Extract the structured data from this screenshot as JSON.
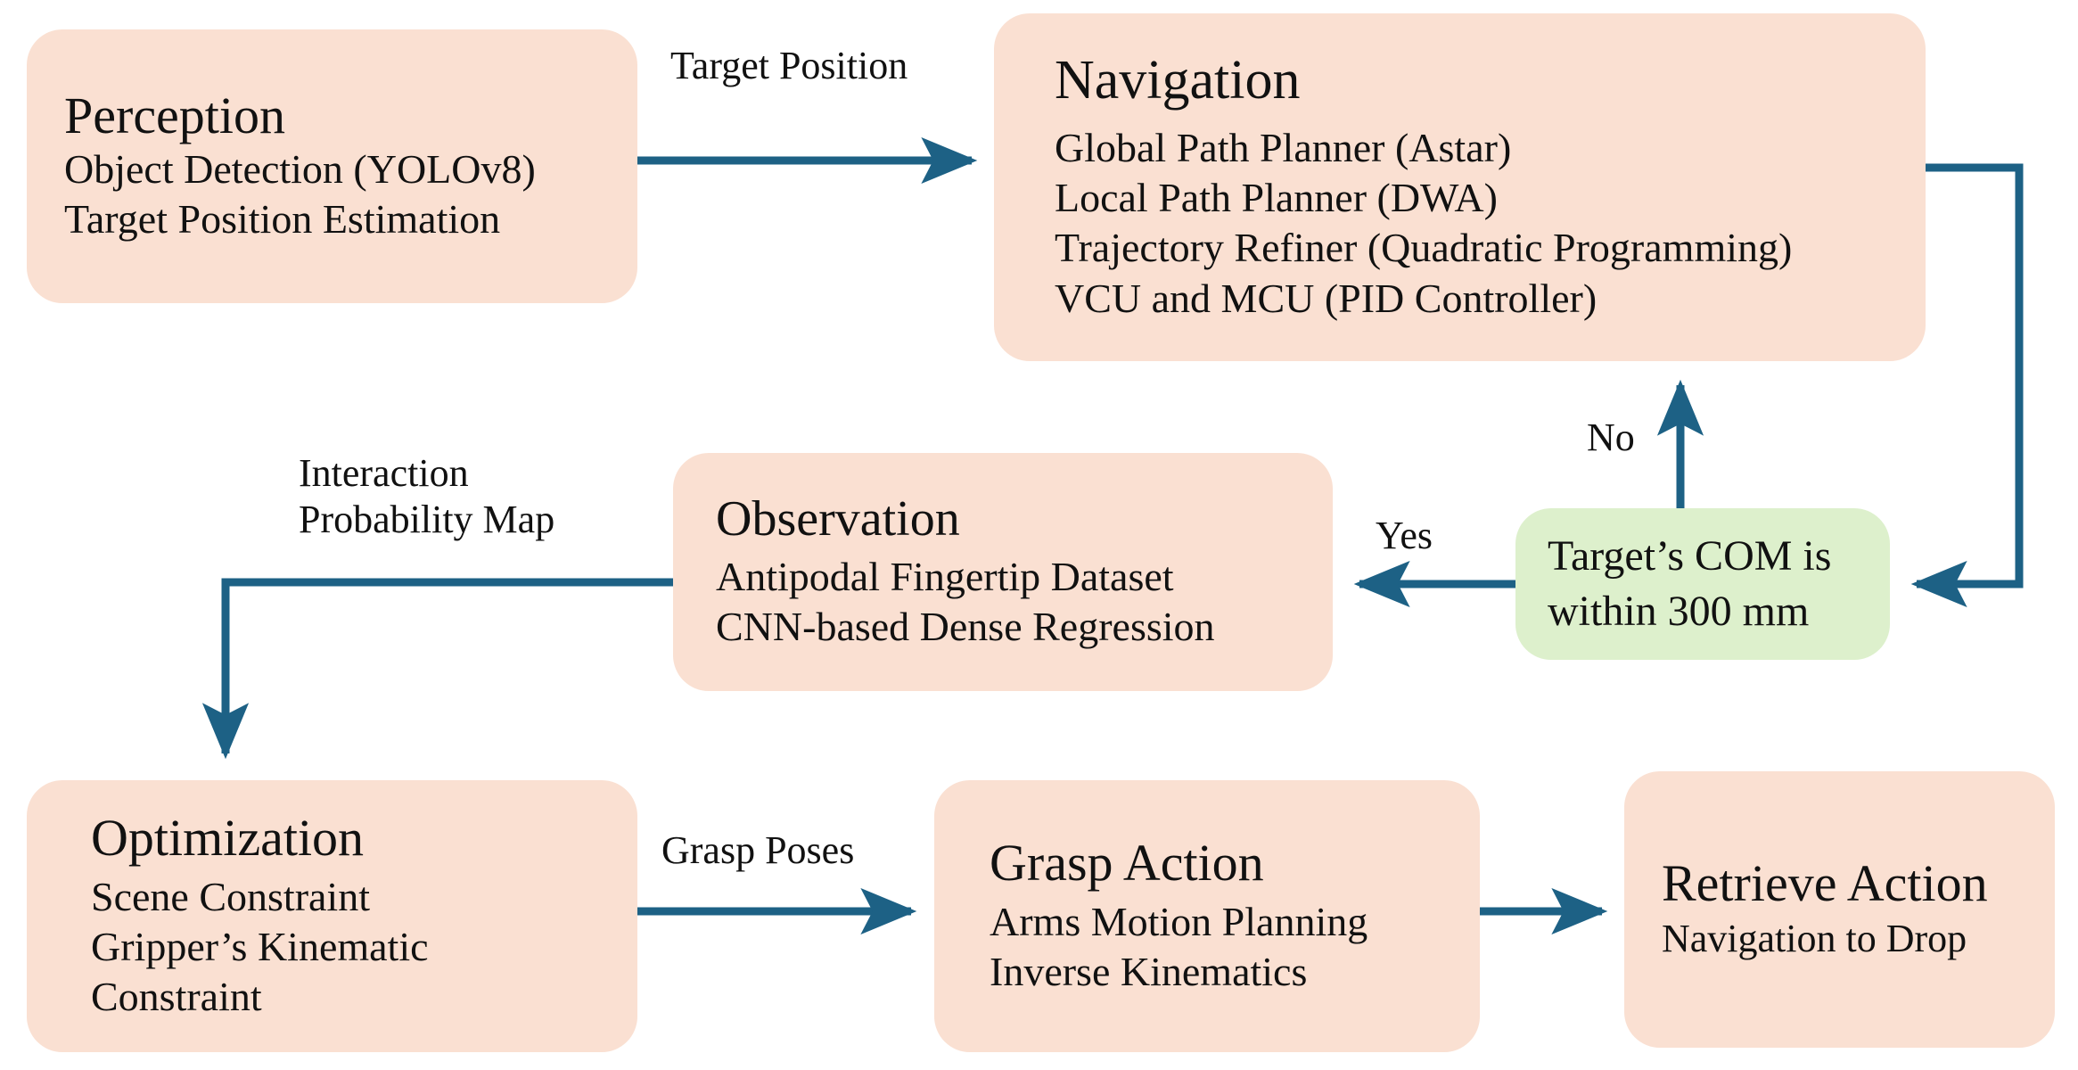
{
  "diagram": {
    "type": "flowchart",
    "title": "Robot perception-navigation-grasping pipeline",
    "colors": {
      "node_pink": "#fae0d2",
      "node_green": "#ddf0cc",
      "arrow": "#1d6185",
      "text": "#111111",
      "background": "#ffffff"
    },
    "nodes": {
      "perception": {
        "title": "Perception",
        "lines": [
          "Object Detection (YOLOv8)",
          "Target Position Estimation"
        ]
      },
      "navigation": {
        "title": "Navigation",
        "lines": [
          "Global Path Planner (Astar)",
          "Local Path Planner (DWA)",
          "Trajectory Refiner (Quadratic Programming)",
          "VCU and MCU (PID Controller)"
        ]
      },
      "observation": {
        "title": "Observation",
        "lines": [
          "Antipodal Fingertip Dataset",
          "CNN-based Dense Regression"
        ]
      },
      "decision": {
        "title": "",
        "lines": [
          "Target’s COM is",
          "within 300 mm"
        ]
      },
      "optimization": {
        "title": "Optimization",
        "lines": [
          "Scene Constraint",
          "Gripper’s Kinematic",
          "Constraint"
        ]
      },
      "grasp_action": {
        "title": "Grasp Action",
        "lines": [
          "Arms Motion Planning",
          "Inverse Kinematics"
        ]
      },
      "retrieve_action": {
        "title": "Retrieve Action",
        "lines": [
          "Navigation to Drop"
        ]
      }
    },
    "edge_labels": {
      "target_position": "Target Position",
      "interaction_probability_map": "Interaction Probability Map",
      "yes": "Yes",
      "no": "No",
      "grasp_poses": "Grasp Poses"
    },
    "edges": [
      {
        "from": "perception",
        "to": "navigation",
        "label": "Target Position"
      },
      {
        "from": "navigation",
        "to": "decision",
        "label": ""
      },
      {
        "from": "decision",
        "to": "navigation",
        "label": "No"
      },
      {
        "from": "decision",
        "to": "observation",
        "label": "Yes"
      },
      {
        "from": "observation",
        "to": "optimization",
        "label": "Interaction Probability Map"
      },
      {
        "from": "optimization",
        "to": "grasp_action",
        "label": "Grasp Poses"
      },
      {
        "from": "grasp_action",
        "to": "retrieve_action",
        "label": ""
      }
    ]
  }
}
